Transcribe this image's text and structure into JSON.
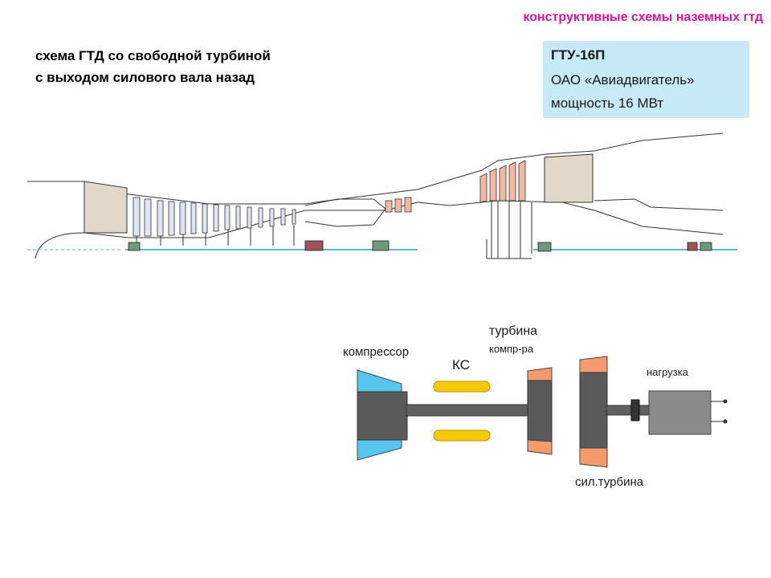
{
  "header": {
    "title": "конструктивные схемы наземных гтд"
  },
  "scheme": {
    "title_line1": "схема ГТД со свободной турбиной",
    "title_line2": "с выходом силового вала назад"
  },
  "info": {
    "name": "ГТУ-16П",
    "maker": "ОАО «Авиадвигатель»",
    "power": "мощность 16 МВт"
  },
  "diagram": {
    "compressor": "компрессор",
    "combustor": "КС",
    "turbine_line1": "турбина",
    "turbine_line2": "компр-ра",
    "load": "нагрузка",
    "power_turbine": "сил.турбина"
  },
  "colors": {
    "accent": "#e0139a",
    "info_bg": "#c8eaf7",
    "compressor_blade": "#57c6ee",
    "turbine_blade": "#f59a6c",
    "combustor": "#f5c80a",
    "rotor": "#5a5a5a",
    "load": "#8a8a8a"
  }
}
